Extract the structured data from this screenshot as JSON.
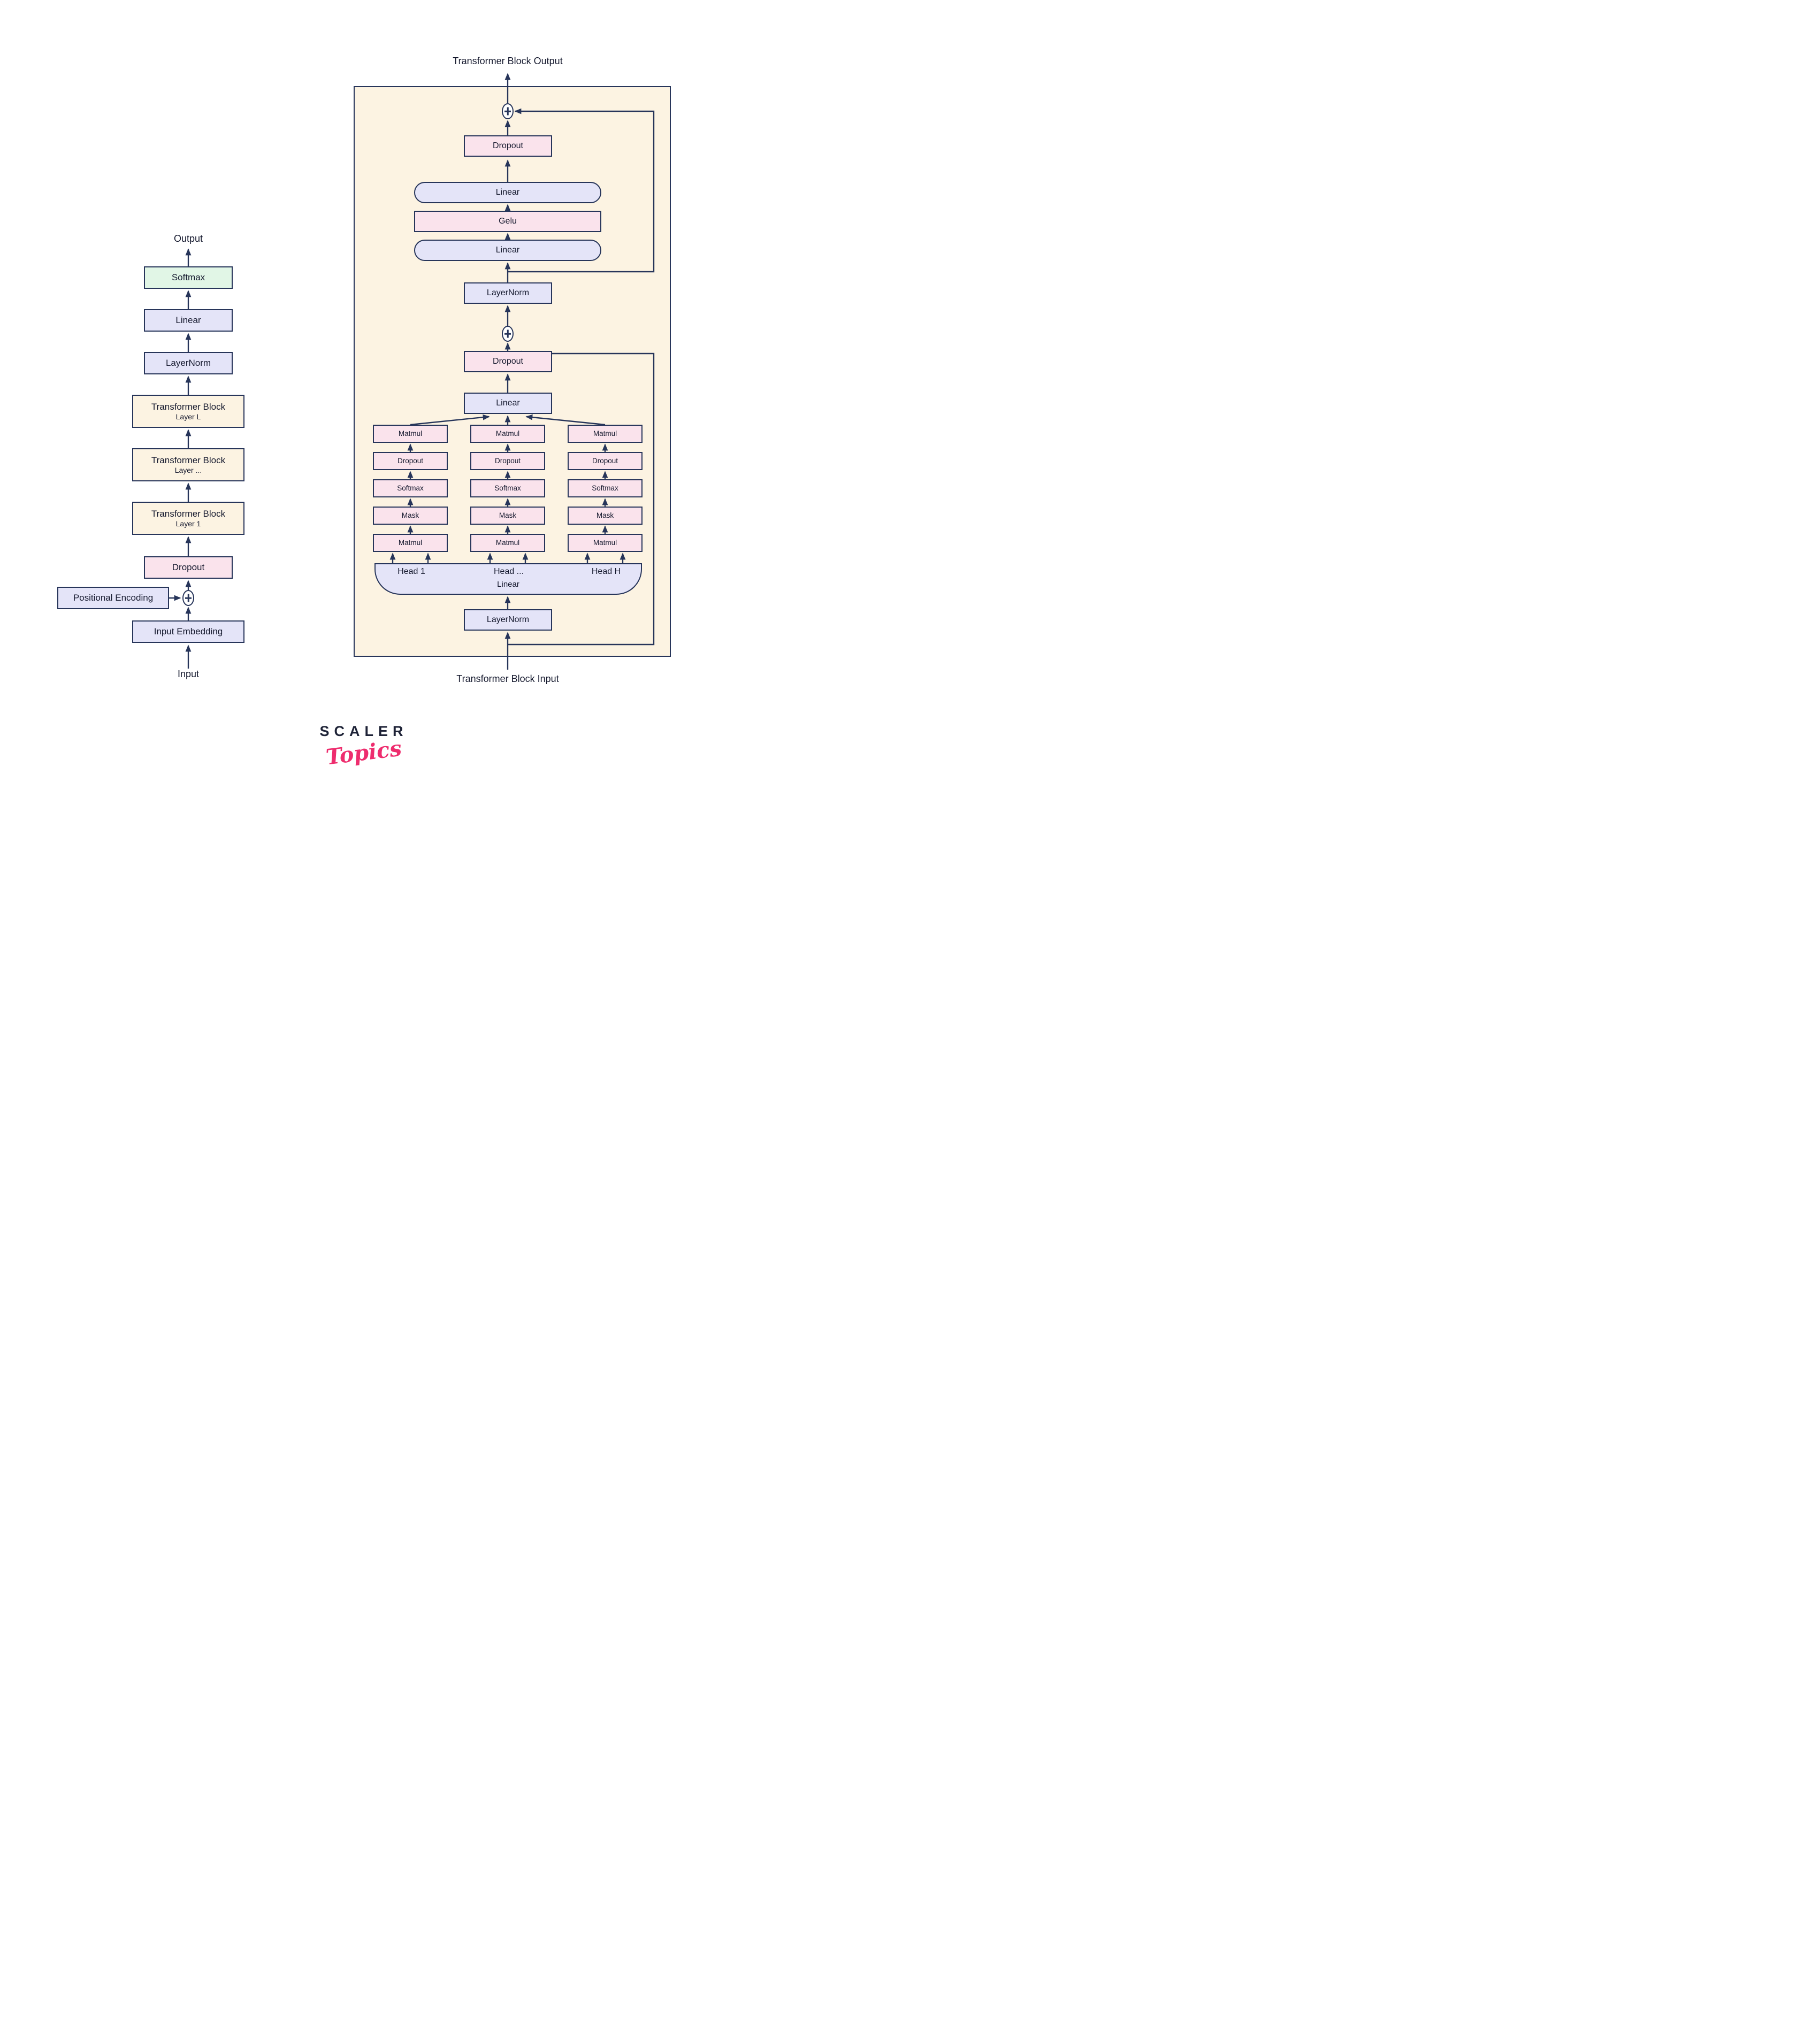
{
  "colors": {
    "navy_border": "#27355a",
    "text": "#15192e",
    "beige": "#fcf3e2",
    "pink": "#fae3ec",
    "lavender": "#e4e4f8",
    "green": "#e1f6e6",
    "logo_pink": "#ee2d6e"
  },
  "left_diagram": {
    "output_label": "Output",
    "softmax": "Softmax",
    "linear": "Linear",
    "layernorm": "LayerNorm",
    "transformer_blocks": [
      {
        "title": "Transformer Block",
        "subtitle": "Layer L"
      },
      {
        "title": "Transformer Block",
        "subtitle": "Layer ..."
      },
      {
        "title": "Transformer Block",
        "subtitle": "Layer 1"
      }
    ],
    "dropout": "Dropout",
    "positional_encoding": "Positional Encoding",
    "input_embedding": "Input Embedding",
    "input_label": "Input"
  },
  "transformer_block_panel": {
    "output_label": "Transformer Block Output",
    "ffn": {
      "dropout": "Dropout",
      "linear_out": "Linear",
      "gelu": "Gelu",
      "linear_in": "Linear"
    },
    "layernorm_mid": "LayerNorm",
    "attention": {
      "dropout": "Dropout",
      "projection_linear": "Linear",
      "columns": [
        {
          "rows": [
            "Matmul",
            "Dropout",
            "Softmax",
            "Mask",
            "Matmul"
          ]
        },
        {
          "rows": [
            "Matmul",
            "Dropout",
            "Softmax",
            "Mask",
            "Matmul"
          ]
        },
        {
          "rows": [
            "Matmul",
            "Dropout",
            "Softmax",
            "Mask",
            "Matmul"
          ]
        }
      ],
      "multihead": {
        "heads": [
          "Head 1",
          "Head ...",
          "Head H"
        ],
        "label": "Linear"
      }
    },
    "layernorm_in": "LayerNorm",
    "input_label": "Transformer Block Input"
  },
  "logo": {
    "brand": "SCALER",
    "wordmark": "Topics"
  }
}
